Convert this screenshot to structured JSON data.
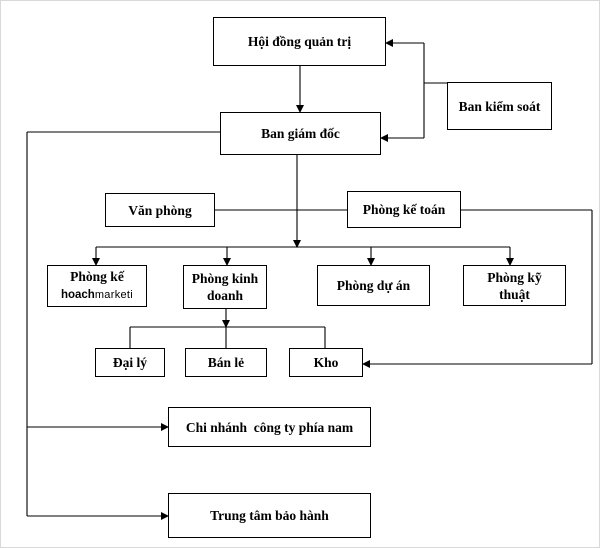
{
  "nodes": {
    "hoi_dong": "Hội đồng quản trị",
    "ban_kiem_soat": "Ban kiểm soát",
    "ban_giam_doc": "Ban giám đốc",
    "van_phong": "Văn phòng",
    "phong_ke_toan": "Phòng kế toán",
    "phong_ke_hoach": {
      "line1": "Phòng kế",
      "line2a": "hoach",
      "line2b": "marketi"
    },
    "phong_kinh_doanh": {
      "line1": "Phòng kinh",
      "line2": "doanh"
    },
    "phong_du_an": "Phòng dự án",
    "phong_ky_thuat": {
      "line1": "Phòng kỹ",
      "line2": "thuật"
    },
    "dai_ly": "Đại lý",
    "ban_le": "Bán lẻ",
    "kho": "Kho",
    "chi_nhanh": "Chi nhánh  công ty phía nam",
    "trung_tam": "Trung tâm bảo hành"
  }
}
